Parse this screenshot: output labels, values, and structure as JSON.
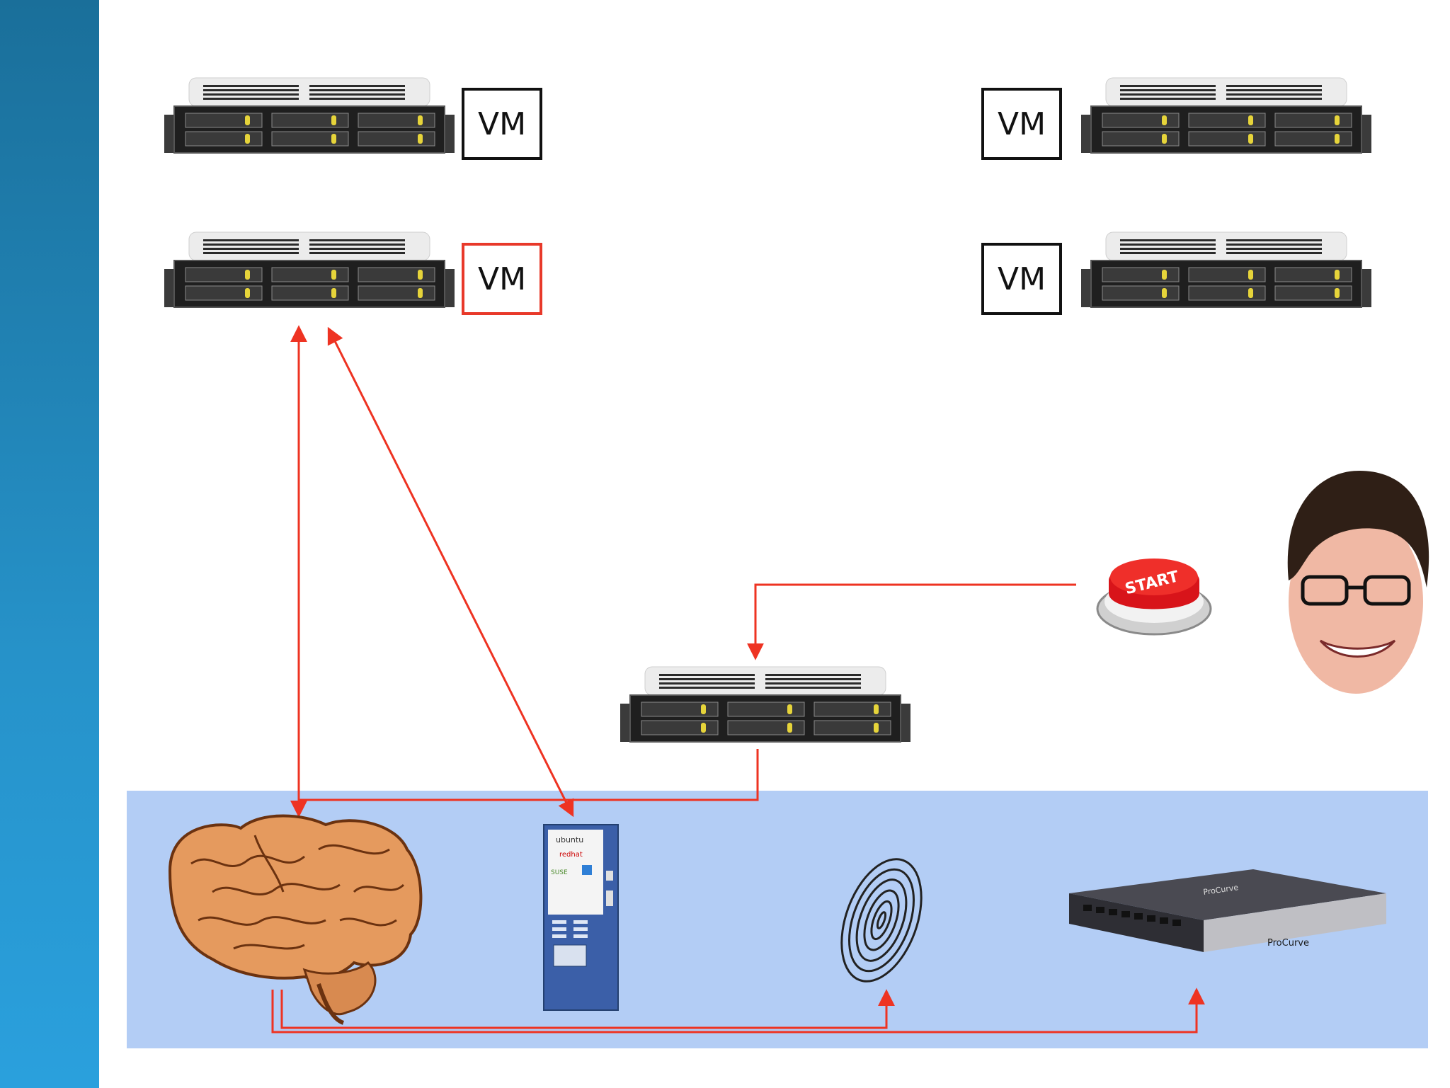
{
  "vm_boxes": [
    {
      "label": "VM",
      "color": "#111111"
    },
    {
      "label": "VM",
      "color": "#e8392a"
    },
    {
      "label": "VM",
      "color": "#111111"
    },
    {
      "label": "VM",
      "color": "#111111"
    }
  ],
  "start_button": {
    "label": "START",
    "color": "#d8141a"
  },
  "switch": {
    "brand": "ProCurve"
  },
  "os_logos": [
    "ubuntu",
    "redhat",
    "SUSE"
  ],
  "colors": {
    "arrow": "#ee3322",
    "sidebar": "#1f83bb",
    "panel": "#b3cdf5"
  },
  "icons": [
    "rack-server-icon",
    "brain-icon",
    "vending-machine-icon",
    "fingerprint-icon",
    "network-switch-icon",
    "start-button-icon",
    "person-face-icon"
  ]
}
